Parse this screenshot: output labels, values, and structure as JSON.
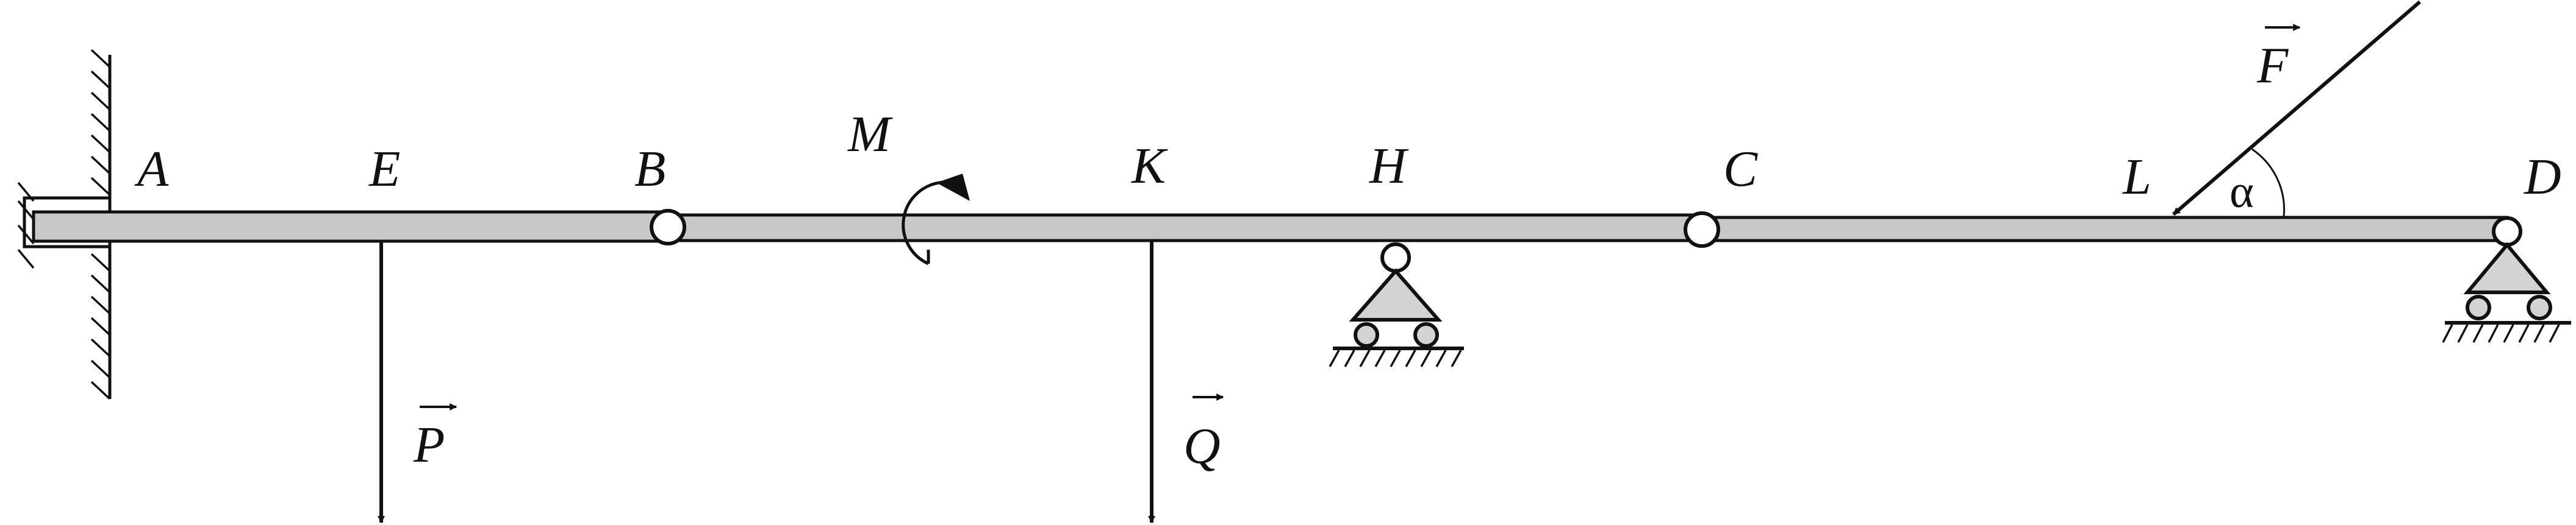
{
  "labels": {
    "A": "A",
    "E": "E",
    "B": "B",
    "M": "M",
    "K": "K",
    "H": "H",
    "C": "C",
    "L": "L",
    "D": "D",
    "alpha": "α",
    "P": "P",
    "Q": "Q",
    "F": "F"
  },
  "colors": {
    "beam_fill": "#c8c8c8",
    "support_fill": "#d3d3d3",
    "stroke": "#111111"
  }
}
